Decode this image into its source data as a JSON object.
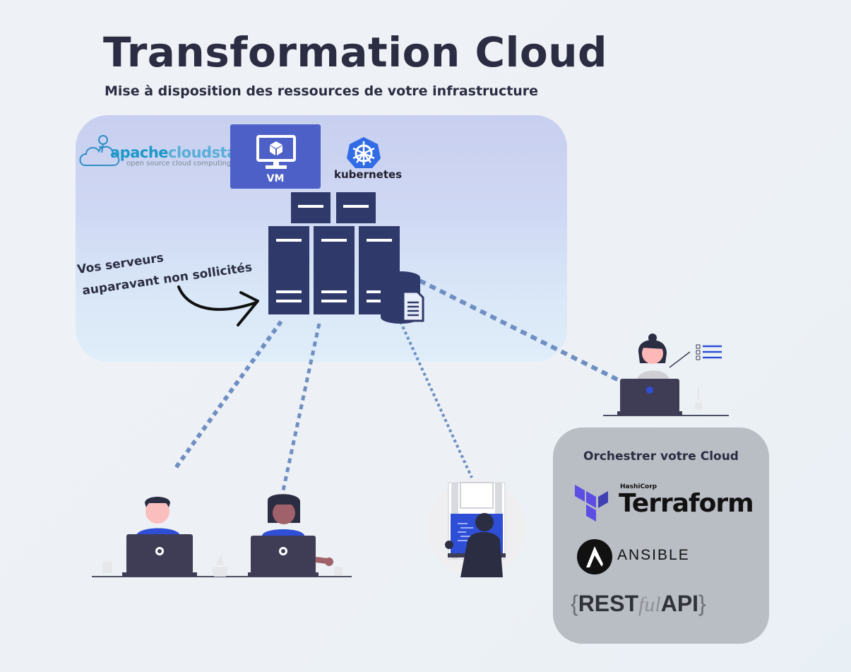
{
  "header": {
    "title": "Transformation Cloud",
    "subtitle": "Mise à disposition des ressources de votre infrastructure"
  },
  "infrastructure": {
    "cloudstack": {
      "name_part1": "apache",
      "name_part2": "cloudstack",
      "tagline": "open source cloud computing"
    },
    "vm_label": "VM",
    "kubernetes_label": "kubernetes",
    "note_line1": "Vos serveurs",
    "note_line2": "auparavant non sollicités"
  },
  "orchestration": {
    "title": "Orchestrer votre Cloud",
    "terraform_vendor": "HashiCorp",
    "terraform_name": "Terraform",
    "ansible_name": "ANSIBLE",
    "rest_brace_open": "{",
    "rest_part1": "REST",
    "rest_part2": "ful",
    "rest_part3": "API",
    "rest_brace_close": "}"
  },
  "colors": {
    "navy": "#2f3a6b",
    "accent_blue": "#4c60c7",
    "dots": "#6f8fc2"
  }
}
